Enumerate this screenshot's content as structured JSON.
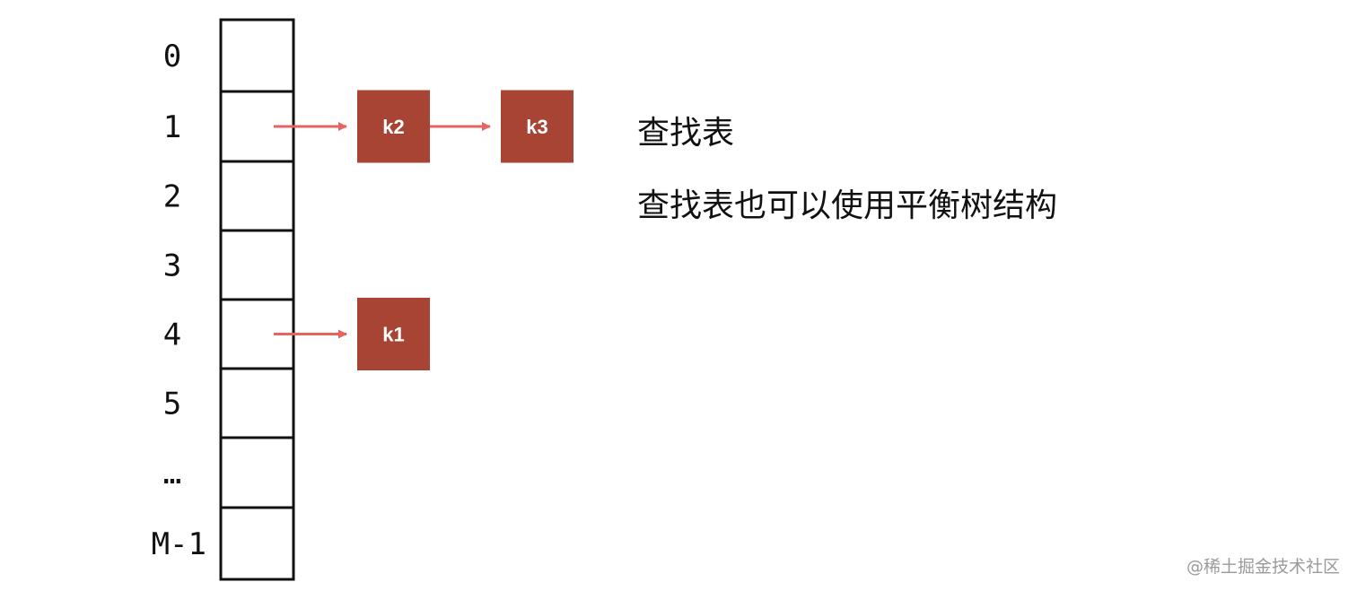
{
  "table": {
    "indices": [
      "0",
      "1",
      "2",
      "3",
      "4",
      "5",
      "…",
      "M-1"
    ]
  },
  "nodes": [
    {
      "label": "k2",
      "slot": 1,
      "position": 0
    },
    {
      "label": "k3",
      "slot": 1,
      "position": 1
    },
    {
      "label": "k1",
      "slot": 4,
      "position": 0
    }
  ],
  "captions": {
    "title": "查找表",
    "note": "查找表也可以使用平衡树结构"
  },
  "watermark": "@稀土掘金技术社区",
  "colors": {
    "node_fill": "#a84433",
    "arrow": "#e8625f",
    "cell_border": "#111111",
    "text": "#111111"
  }
}
